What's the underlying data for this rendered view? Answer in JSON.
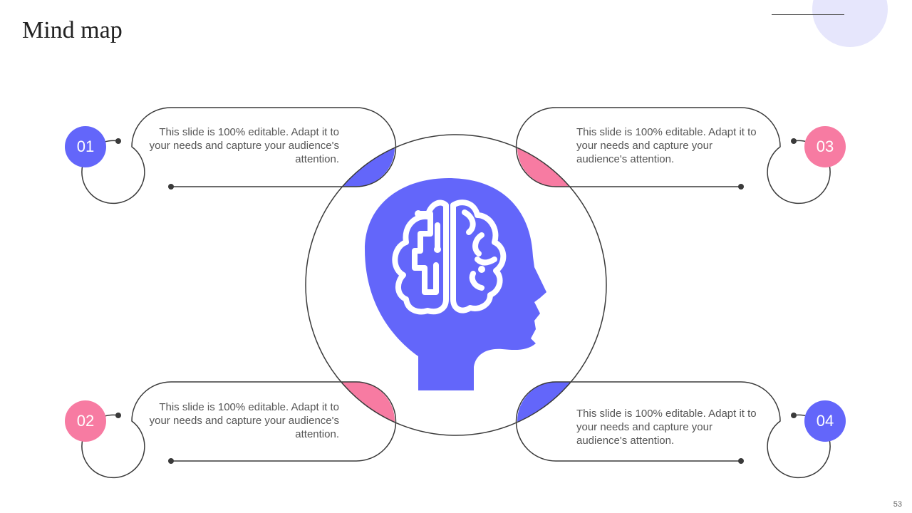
{
  "slide": {
    "title": "Mind map",
    "page_number": "53"
  },
  "colors": {
    "blue": "#6366fa",
    "pink": "#f77ba2",
    "outline": "#3a3a3a",
    "text": "#555555",
    "deco": "#e6e6fc"
  },
  "center": {
    "icon": "head-with-brain-circuit-icon"
  },
  "nodes": [
    {
      "number": "01",
      "text": "This slide is 100% editable. Adapt it to your needs and capture your audience's attention.",
      "color": "blue"
    },
    {
      "number": "02",
      "text": "This slide is 100% editable. Adapt it to your needs and capture your audience's attention.",
      "color": "pink"
    },
    {
      "number": "03",
      "text": "This slide is 100% editable. Adapt it to your needs and capture your audience's attention.",
      "color": "pink"
    },
    {
      "number": "04",
      "text": "This slide is 100% editable. Adapt it to your needs and capture your audience's attention.",
      "color": "blue"
    }
  ]
}
